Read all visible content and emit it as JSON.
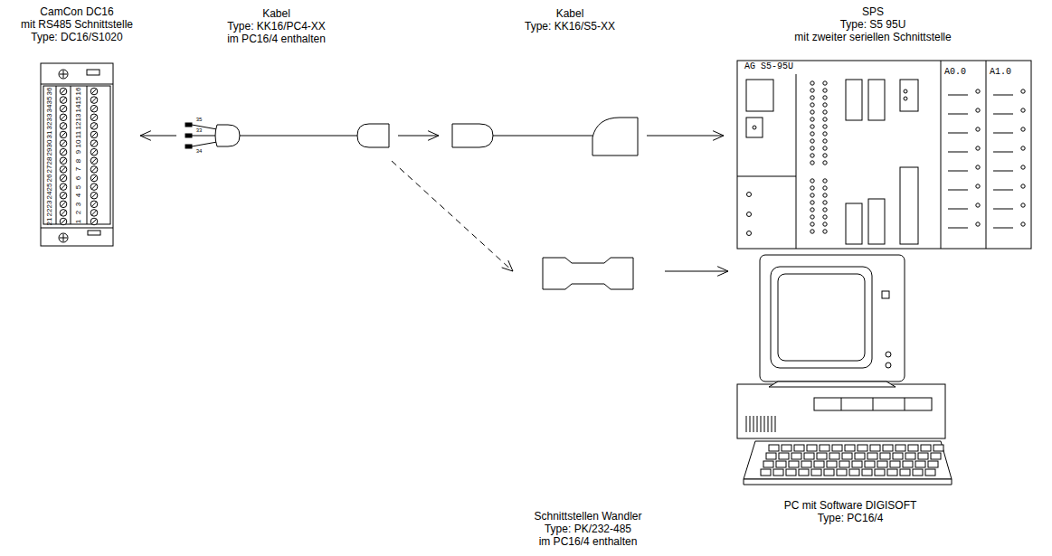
{
  "diagram": {
    "nodes": [
      {
        "text": [
          "CamCon DC16",
          "mit RS485 Schnittstelle",
          "Type: DC16/S1020"
        ]
      },
      {
        "text": [
          "Kabel",
          "Type: KK16/PC4-XX",
          "im PC16/4 enthalten"
        ]
      },
      {
        "text": [
          "Kabel",
          "Type: KK16/S5-XX"
        ]
      },
      {
        "text": [
          "SPS",
          "Type: S5 95U",
          "mit zweiter seriellen Schnittstelle"
        ]
      },
      {
        "text": [
          "Schnittstellen Wandler",
          "Type: PK/232-485",
          "im PC16/4 enthalten"
        ]
      },
      {
        "text": [
          "PC mit Software DIGISOFT",
          "Type: PC16/4"
        ]
      }
    ],
    "edges": [
      {
        "from": 1,
        "to": 0,
        "arrow": "to"
      },
      {
        "from": 1,
        "to": 2,
        "arrow": "to"
      },
      {
        "from": 2,
        "to": 3,
        "arrow": "to"
      },
      {
        "from": 1,
        "to": 4,
        "arrow": "to"
      },
      {
        "from": 4,
        "to": 5,
        "arrow": "to"
      }
    ],
    "labels": [
      "21",
      "22",
      "23",
      "24",
      "25",
      "26",
      "27",
      "28",
      "29",
      "30",
      "31",
      "32",
      "33",
      "34",
      "35",
      "36",
      "1",
      "2",
      "3",
      "4",
      "5",
      "6",
      "7",
      "8",
      "9",
      "10",
      "11",
      "12",
      "13",
      "14",
      "15",
      "16",
      "35",
      "33",
      "34",
      "AG S5-95U",
      "A0.0",
      "A1.0"
    ]
  }
}
